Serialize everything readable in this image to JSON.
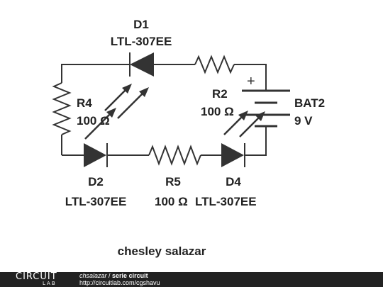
{
  "components": {
    "D1": {
      "name": "D1",
      "value": "LTL-307EE"
    },
    "D2": {
      "name": "D2",
      "value": "LTL-307EE"
    },
    "D4": {
      "name": "D4",
      "value": "LTL-307EE"
    },
    "R2": {
      "name": "R2",
      "value": "100 Ω"
    },
    "R4": {
      "name": "R4",
      "value": "100 Ω"
    },
    "R5": {
      "name": "R5",
      "value": "100 Ω"
    },
    "BAT2": {
      "name": "BAT2",
      "value": "9 V",
      "polarity": "+"
    }
  },
  "author_label": "chesley salazar",
  "footer": {
    "logo_main": "CIRCUIT",
    "logo_sub": "LAB",
    "user": "chsalazar",
    "separator": " / ",
    "project": "serie circuit",
    "url": "http://circuitlab.com/cgshavu"
  },
  "colors": {
    "ink": "#333333",
    "footer_bg": "#222222",
    "footer_text": "#ffffff"
  }
}
